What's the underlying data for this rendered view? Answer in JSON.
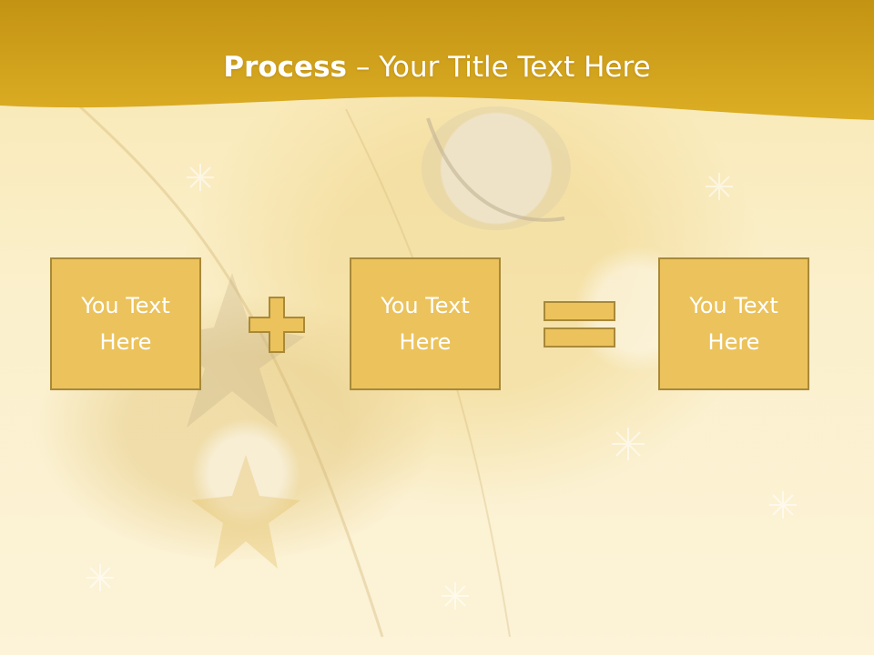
{
  "slide": {
    "title_bold": "Process",
    "title_dash": " – ",
    "title_rest": "Your Title Text Here"
  },
  "process": {
    "boxes": [
      {
        "text": "You Text Here"
      },
      {
        "text": "You Text Here"
      },
      {
        "text": "You Text Here"
      }
    ],
    "operators": [
      "plus-icon",
      "equals-icon"
    ]
  },
  "colors": {
    "header": "#d4a41a",
    "box_fill": "#ebc25c",
    "box_border": "#a8893a",
    "text": "#ffffff"
  }
}
